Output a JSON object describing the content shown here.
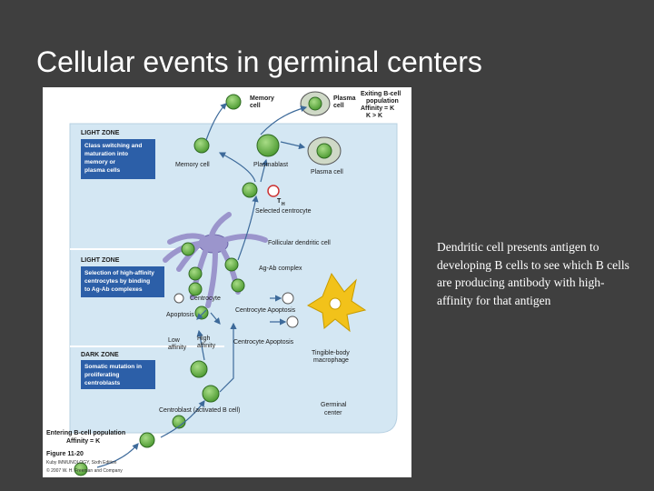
{
  "slide": {
    "title": "Cellular events in germinal centers",
    "caption": "Dendritic cell presents antigen to developing B cells to see which B cells are producing antibody with high-affinity for that antigen"
  },
  "figure": {
    "labels": {
      "memory_cell_top": [
        "Memory",
        "cell"
      ],
      "plasma_cell_top": [
        "Plasma",
        "cell"
      ],
      "exiting": [
        "Exiting B-cell",
        "population",
        "Affinity = K",
        "K  > K"
      ],
      "memory_cell": "Memory cell",
      "plasmablast": "Plasmablast",
      "plasma_cell": "Plasma cell",
      "th": "T",
      "th_sub": "H",
      "selected_centrocyte": "Selected centrocyte",
      "follicular_dendritic": "Follicular dendritic cell",
      "ag_ab": "Ag-Ab complex",
      "centrocyte": "Centrocyte",
      "apoptosis": "Apoptosis",
      "centrocyte_apoptosis_1": "Centrocyte  Apoptosis",
      "centrocyte_apoptosis_2": "Centrocyte  Apoptosis",
      "low_affinity": [
        "Low",
        "affinity"
      ],
      "high_affinity": [
        "High",
        "affinity"
      ],
      "tingible": [
        "Tingible-body",
        "macrophage"
      ],
      "centroblast": "Centroblast (activated B cell)",
      "germinal": [
        "Germinal",
        "center"
      ],
      "entering": [
        "Entering B-cell population",
        "Affinity = K"
      ],
      "figure_num": "Figure 11-20",
      "book": "Kuby IMMUNOLOGY, Sixth Edition",
      "copyright": "© 2007 W. H. Freeman and Company"
    },
    "zones": {
      "light1": "LIGHT ZONE",
      "light2": "LIGHT ZONE",
      "dark": "DARK ZONE"
    },
    "boxes": {
      "box1": [
        "Class switching and",
        "maturation into",
        "memory or",
        "plasma cells"
      ],
      "box2": [
        "Selection of high-affinity",
        "centrocytes by binding",
        "to Ag-Ab complexes"
      ],
      "box3": [
        "Somatic mutation in",
        "proliferating",
        "centroblasts"
      ]
    },
    "colors": {
      "cell_fill": "#6abf45",
      "cell_stroke": "#2f6b22",
      "zone_fill": "#d4e7f3",
      "box_fill": "#2c5fa8",
      "arrow": "#3d6a9a",
      "dendritic": "#9b95cc",
      "macrophage": "#f2c21a",
      "plasma": "#cfd9c7"
    }
  }
}
